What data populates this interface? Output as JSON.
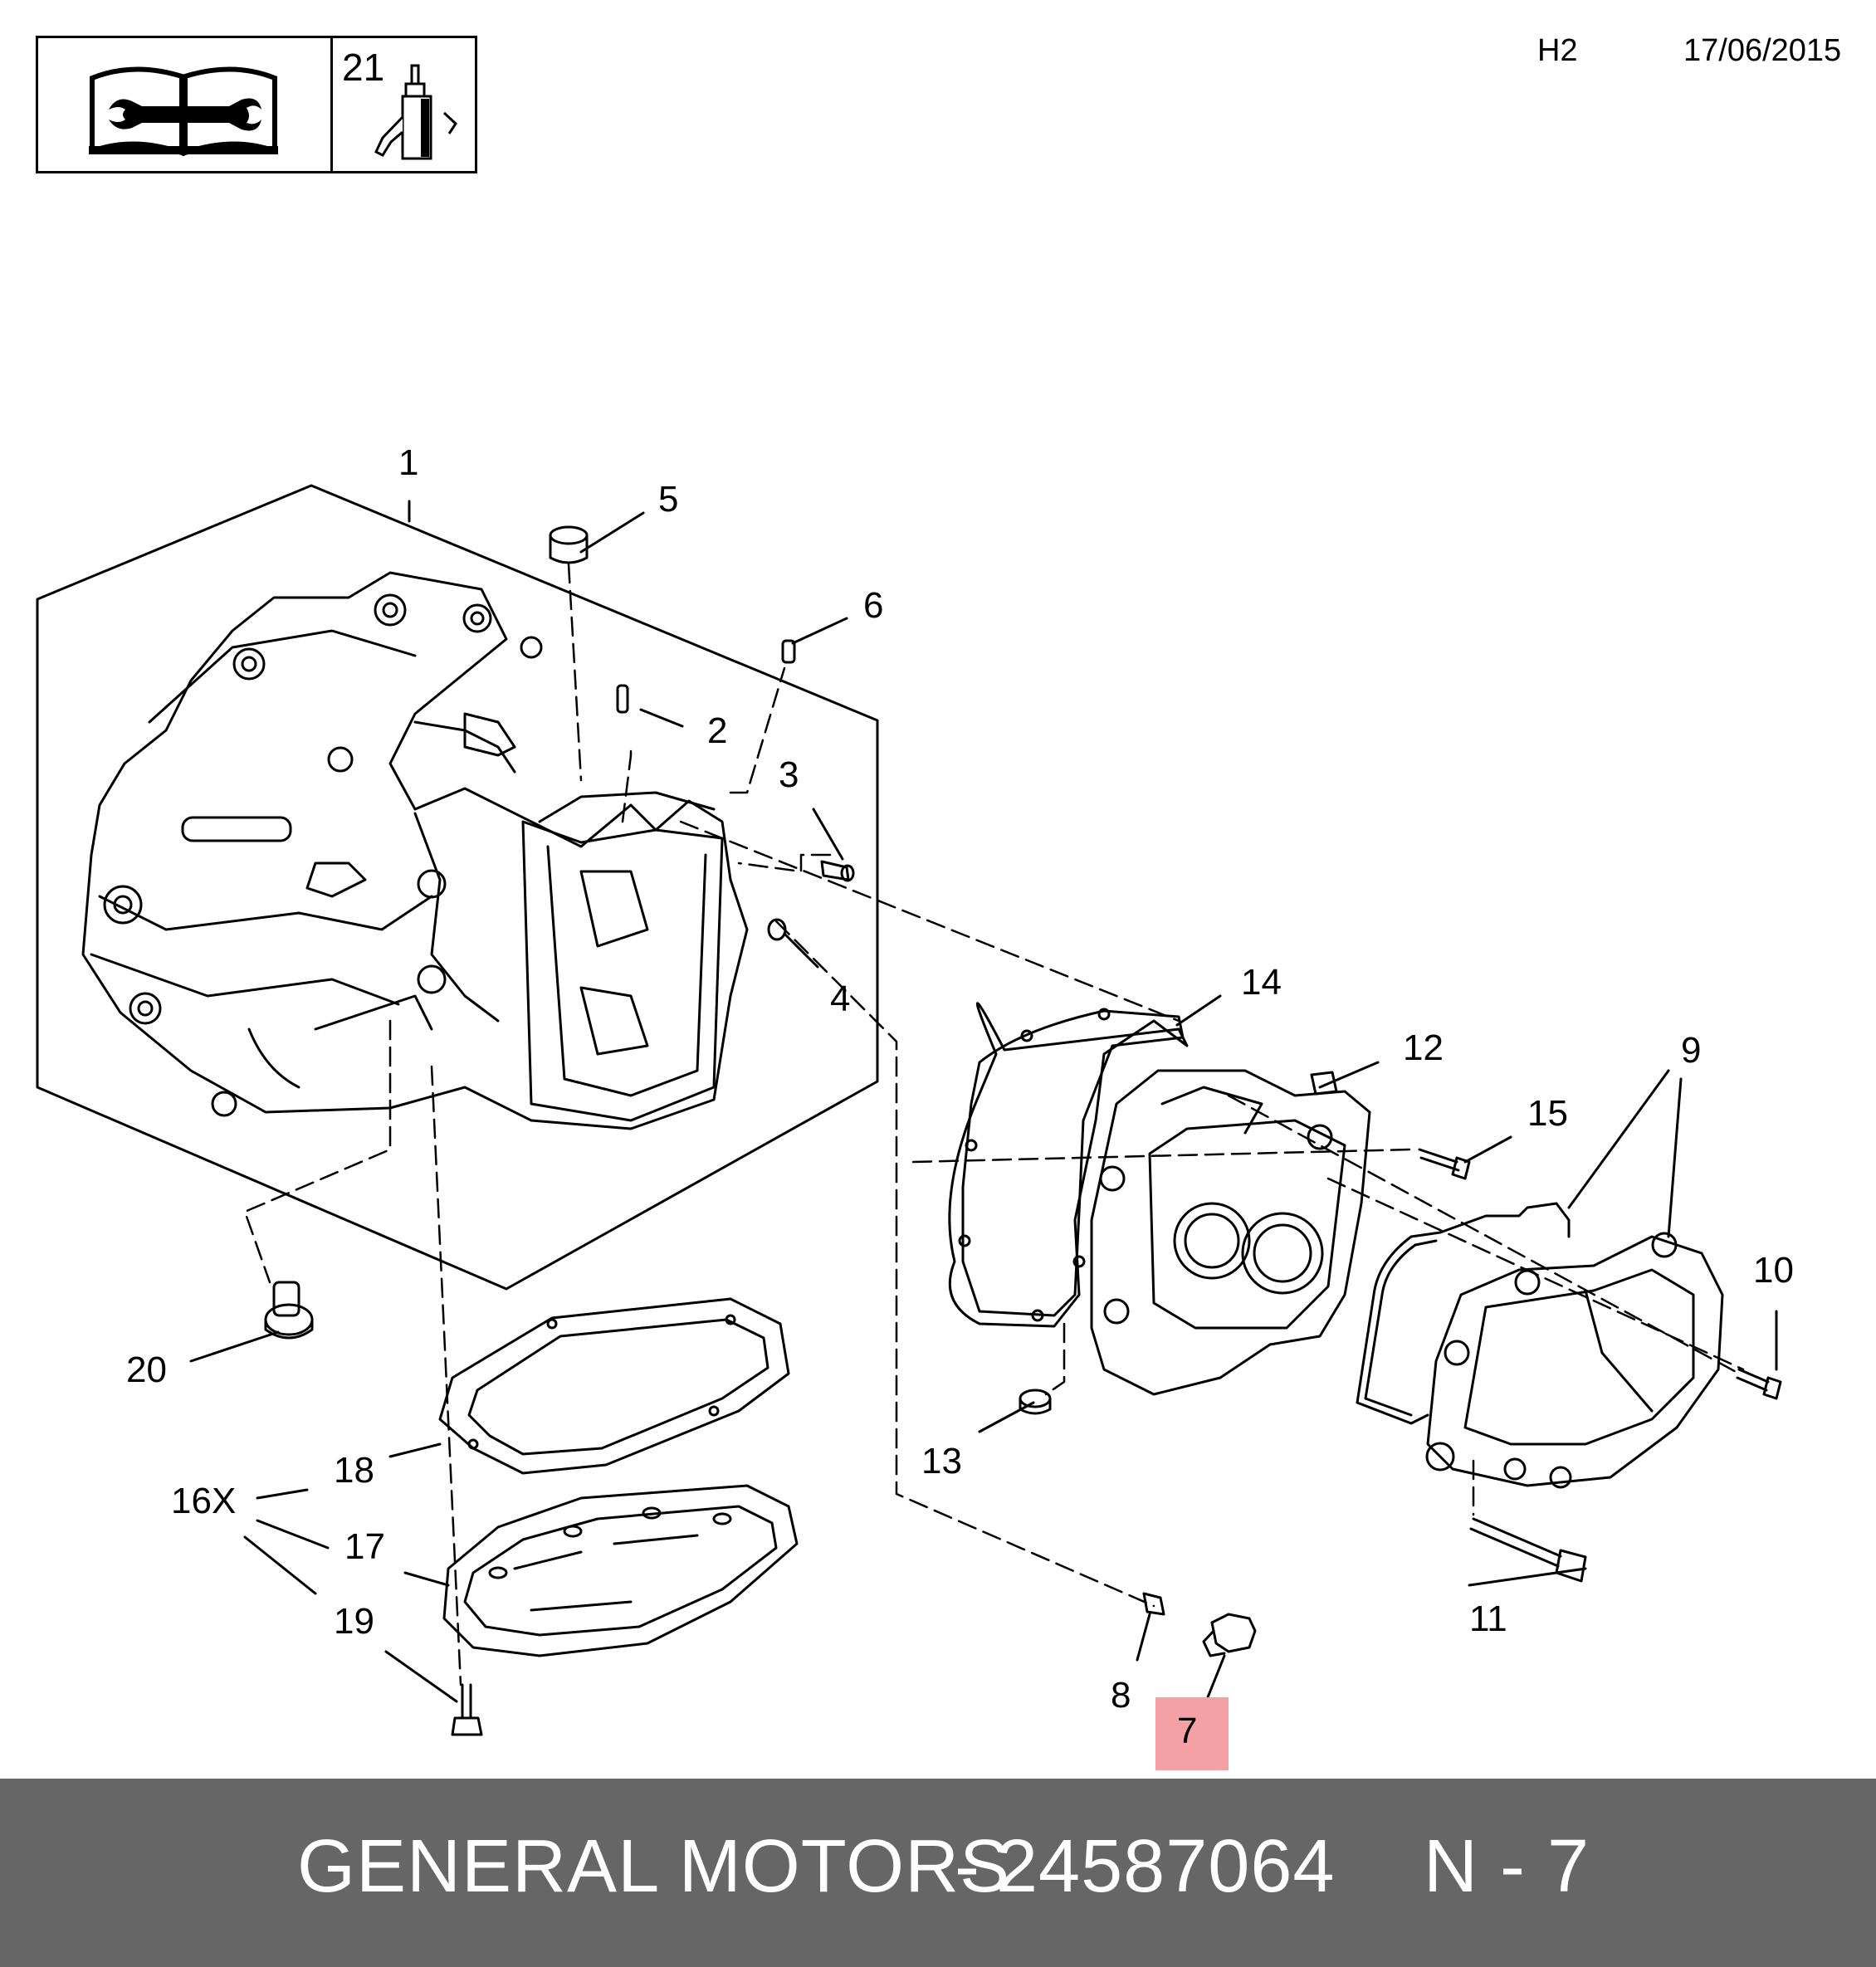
{
  "header": {
    "qty_label": "21",
    "code": "H2",
    "date": "17/06/2015"
  },
  "callouts": [
    {
      "id": "1",
      "label": "1"
    },
    {
      "id": "2",
      "label": "2"
    },
    {
      "id": "3",
      "label": "3"
    },
    {
      "id": "4",
      "label": "4"
    },
    {
      "id": "5",
      "label": "5"
    },
    {
      "id": "6",
      "label": "6"
    },
    {
      "id": "7",
      "label": "7"
    },
    {
      "id": "8",
      "label": "8"
    },
    {
      "id": "9",
      "label": "9"
    },
    {
      "id": "10",
      "label": "10"
    },
    {
      "id": "11",
      "label": "11"
    },
    {
      "id": "12",
      "label": "12"
    },
    {
      "id": "13",
      "label": "13"
    },
    {
      "id": "14",
      "label": "14"
    },
    {
      "id": "15",
      "label": "15"
    },
    {
      "id": "16",
      "label": "16X"
    },
    {
      "id": "17",
      "label": "17"
    },
    {
      "id": "18",
      "label": "18"
    },
    {
      "id": "19",
      "label": "19"
    },
    {
      "id": "20",
      "label": "20"
    }
  ],
  "highlight": {
    "callout": "7",
    "color": "#f4a0a4"
  },
  "footer": {
    "brand": "GENERAL MOTORS",
    "separator": "-",
    "part_number": "24587064",
    "ref": "N - 7"
  }
}
